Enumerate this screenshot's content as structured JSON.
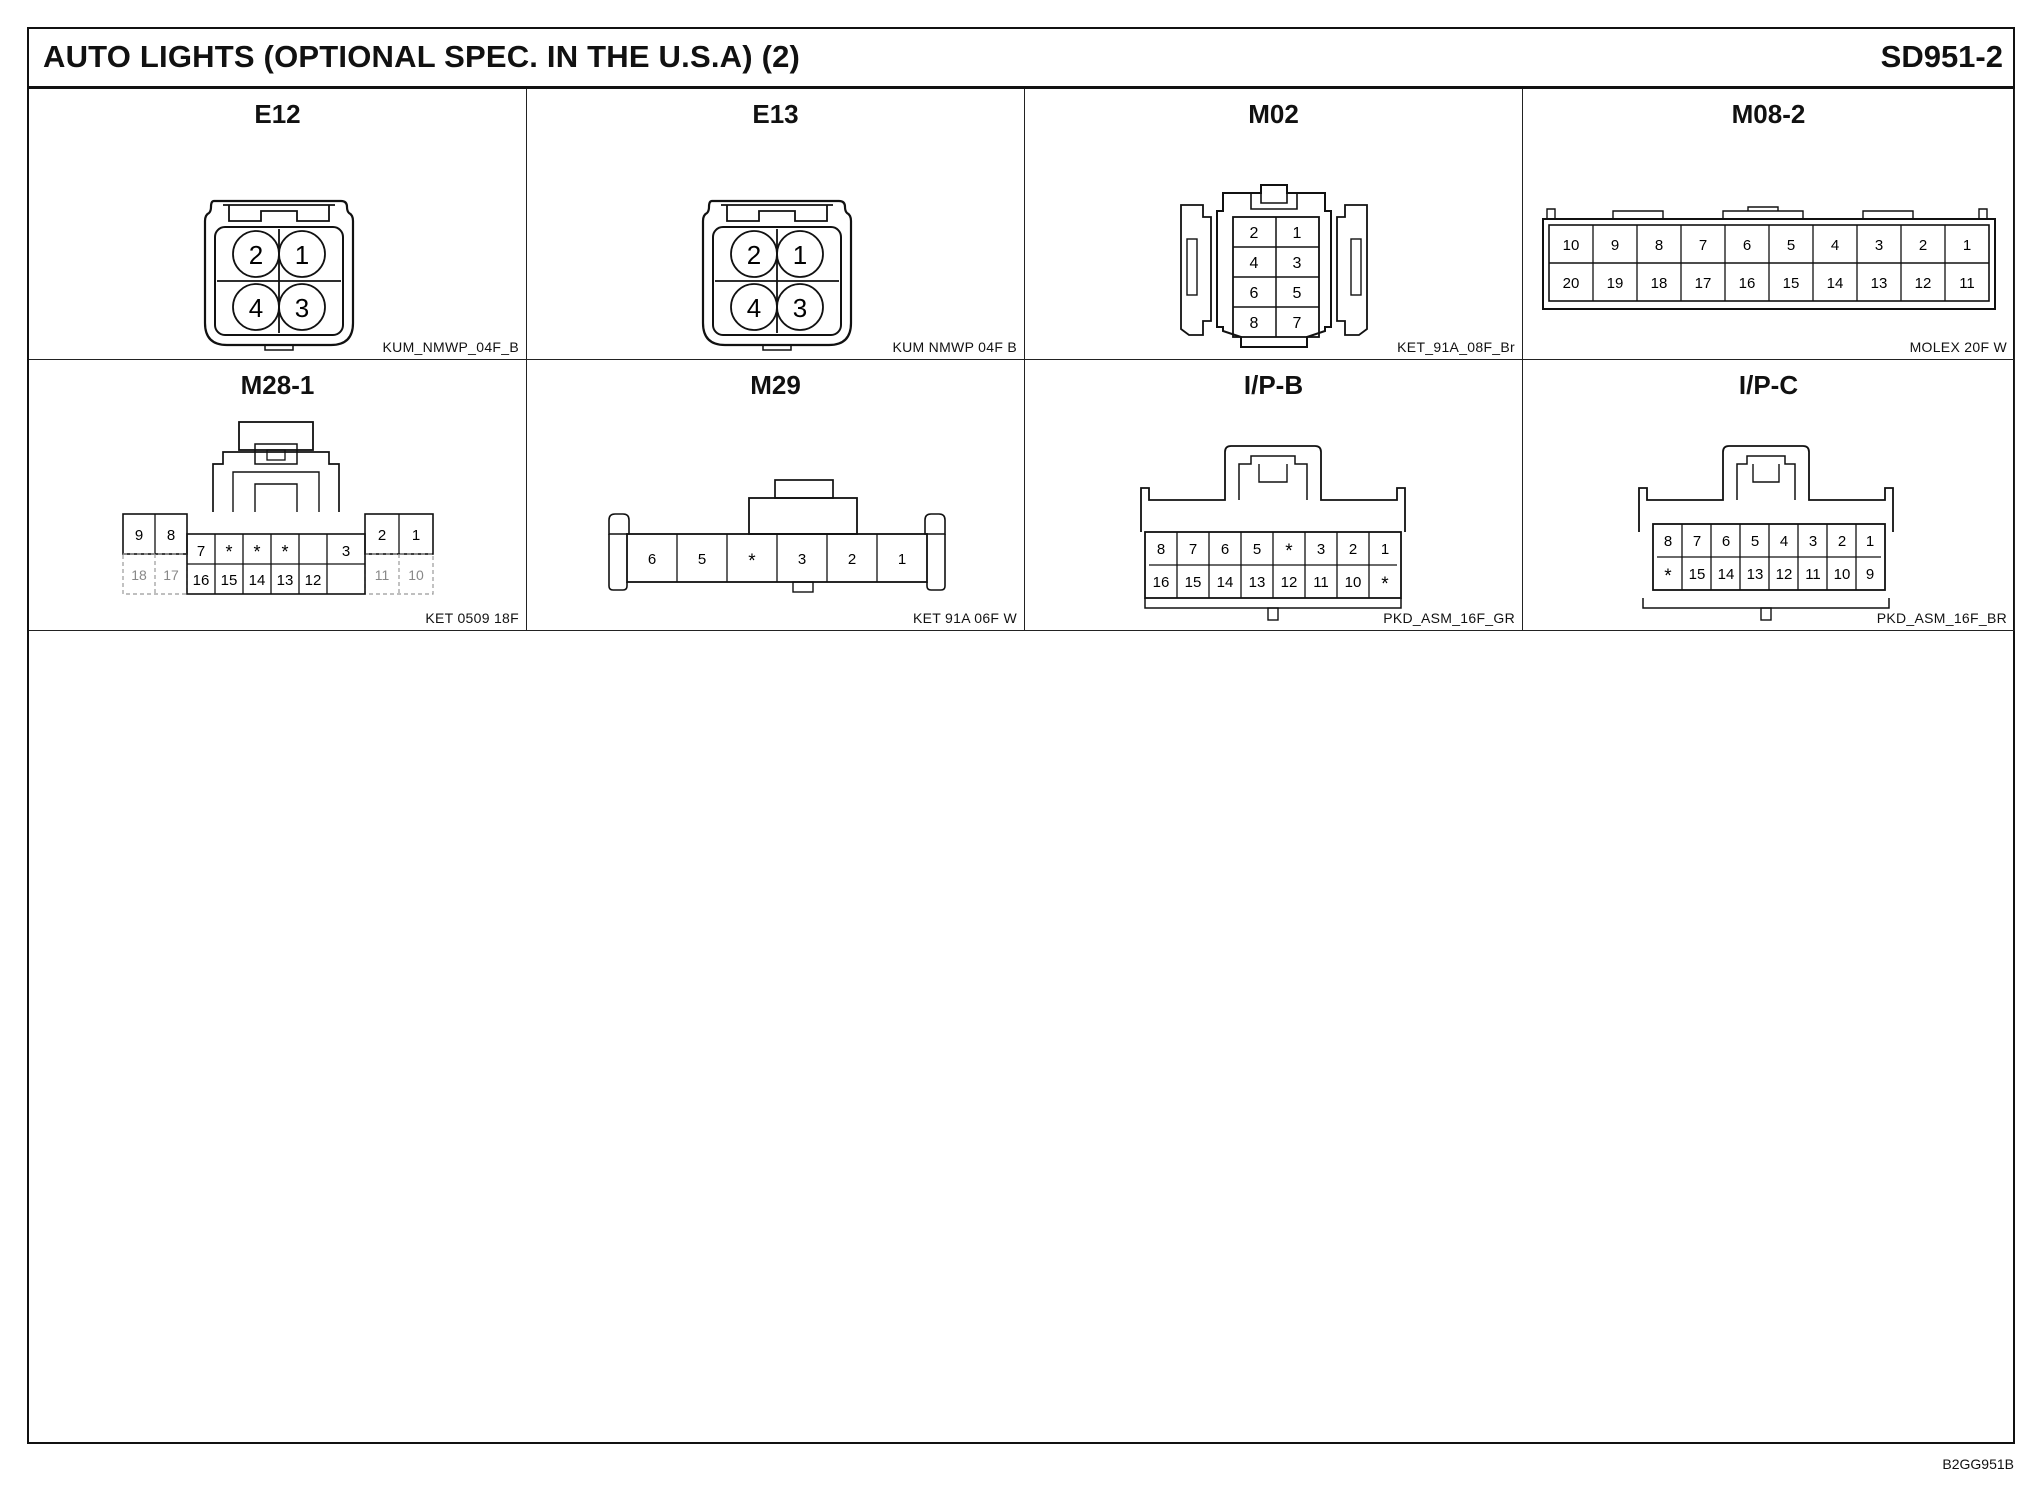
{
  "header": {
    "title": "AUTO LIGHTS (OPTIONAL SPEC. IN THE U.S.A)  (2)",
    "code": "SD951-2"
  },
  "connectors": [
    {
      "name": "E12",
      "part": "KUM_NMWP_04F_B",
      "pins": [
        "2",
        "1",
        "4",
        "3"
      ]
    },
    {
      "name": "E13",
      "part": "KUM NMWP 04F B",
      "pins": [
        "2",
        "1",
        "4",
        "3"
      ]
    },
    {
      "name": "M02",
      "part": "KET_91A_08F_Br",
      "pins": [
        "2",
        "1",
        "4",
        "3",
        "6",
        "5",
        "8",
        "7"
      ]
    },
    {
      "name": "M08-2",
      "part": "MOLEX 20F W",
      "pins": [
        "10",
        "9",
        "8",
        "7",
        "6",
        "5",
        "4",
        "3",
        "2",
        "1",
        "20",
        "19",
        "18",
        "17",
        "16",
        "15",
        "14",
        "13",
        "12",
        "11"
      ]
    },
    {
      "name": "M28-1",
      "part": "KET 0509 18F",
      "pins": [
        "9",
        "8",
        "7",
        "*",
        "*",
        "*",
        "3",
        "2",
        "1",
        "18",
        "17",
        "16",
        "15",
        "14",
        "13",
        "12",
        "11",
        "10"
      ]
    },
    {
      "name": "M29",
      "part": "KET 91A 06F W",
      "pins": [
        "6",
        "5",
        "*",
        "3",
        "2",
        "1"
      ]
    },
    {
      "name": "I/P-B",
      "part": "PKD_ASM_16F_GR",
      "pins": [
        "8",
        "7",
        "6",
        "5",
        "*",
        "3",
        "2",
        "1",
        "16",
        "15",
        "14",
        "13",
        "12",
        "11",
        "10",
        "*"
      ]
    },
    {
      "name": "I/P-C",
      "part": "PKD_ASM_16F_BR",
      "pins": [
        "8",
        "7",
        "6",
        "5",
        "4",
        "3",
        "2",
        "1",
        "*",
        "15",
        "14",
        "13",
        "12",
        "11",
        "10",
        "9"
      ]
    }
  ],
  "footer": {
    "figure_id": "B2GG951B"
  }
}
